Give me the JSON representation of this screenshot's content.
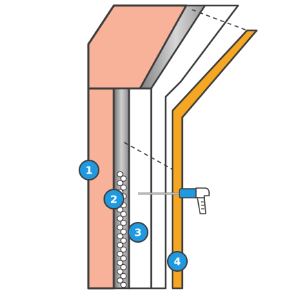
{
  "diagram": {
    "colors": {
      "outline": "#3c3c3c",
      "masonry": "#f8b29a",
      "cavity": "#9a9a9a",
      "insulation": "#ffffff",
      "cladding": "#f5a623",
      "badge_fill": "#1f9ae0",
      "badge_text": "#ffffff",
      "tool": "#1f9ae0"
    },
    "badges": [
      {
        "label": "1"
      },
      {
        "label": "2"
      },
      {
        "label": "3"
      },
      {
        "label": "4"
      }
    ]
  }
}
